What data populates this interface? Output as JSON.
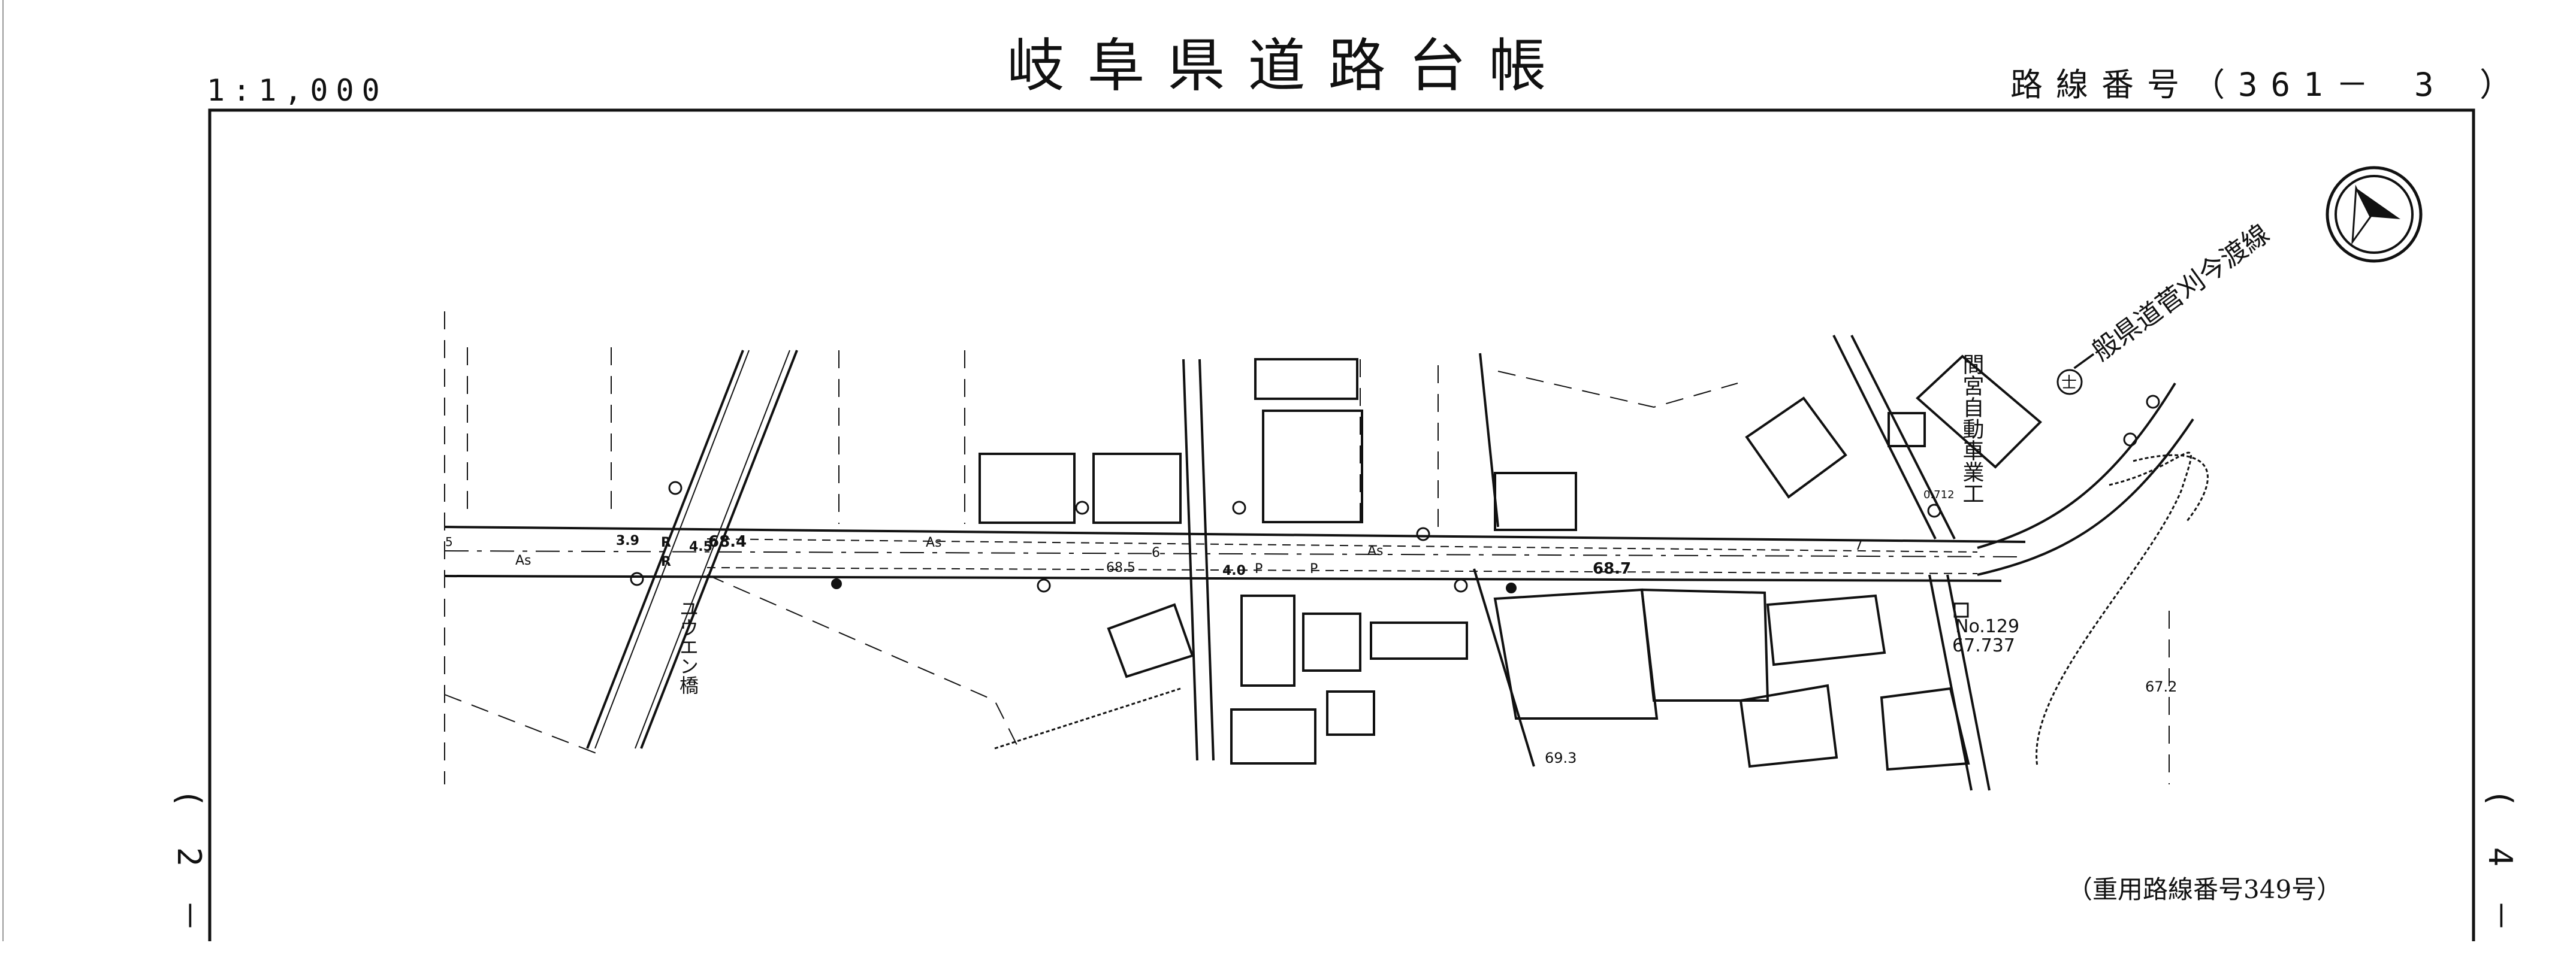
{
  "header": {
    "scale": "1:1,000",
    "title": "岐阜県道路台帳",
    "route_number": "路線番号（361－ 3 ）"
  },
  "side_markers": {
    "left": [
      "(",
      "2",
      "－"
    ],
    "right": [
      "(",
      "4",
      "－"
    ]
  },
  "map": {
    "road_name": "一般県道菅刈今渡線",
    "bridge_name": "ユウエン橋",
    "business_name": "間宮自動車業工",
    "duplicate_route": "（重用路線番号349号）",
    "station_no": "No.129",
    "station_elev": "67.737",
    "elevations": [
      "68.4",
      "68.5",
      "68.7",
      "67.2",
      "69.3",
      "0.712"
    ],
    "surface_label": "As",
    "width_labels": [
      "3.9",
      "4.5",
      "4.0",
      "6",
      "7",
      "5"
    ],
    "post_symbol": "P",
    "pole_symbol": "R",
    "seal_symbol": "士",
    "compass": "north-arrow-icon"
  }
}
